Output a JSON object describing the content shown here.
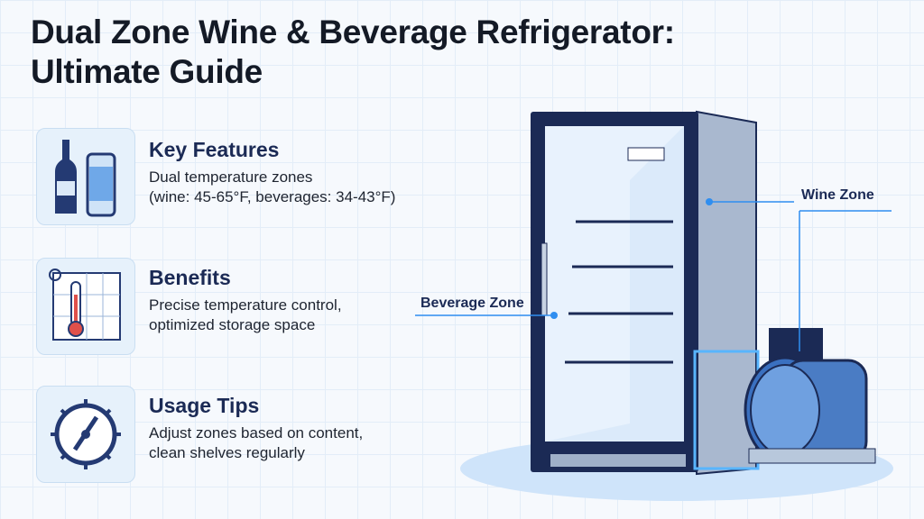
{
  "title": {
    "line1": "Dual Zone Wine & Beverage Refrigerator:",
    "line2": "Ultimate Guide"
  },
  "sections": [
    {
      "heading": "Key Features",
      "text1": "Dual temperature zones",
      "text2": "(wine: 45-65°F, beverages: 34-43°F)",
      "icon": "wine-bottle-and-can-icon"
    },
    {
      "heading": "Benefits",
      "text1": "Precise temperature control,",
      "text2": "optimized storage space",
      "icon": "thermometer-chart-icon"
    },
    {
      "heading": "Usage Tips",
      "text1": "Adjust zones based on content,",
      "text2": "clean shelves regularly",
      "icon": "dial-gauge-icon"
    }
  ],
  "labels": {
    "wine_zone": "Wine Zone",
    "beverage_zone": "Beverage Zone"
  },
  "colors": {
    "navy": "#1b2a55",
    "accent": "#2f8ef0"
  }
}
